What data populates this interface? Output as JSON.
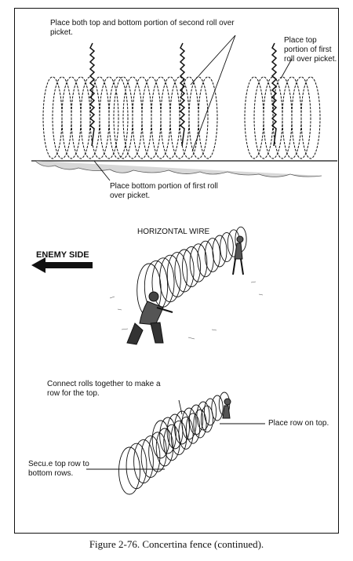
{
  "panel1": {
    "label_second_roll": "Place both top and bottom portion of second roll over picket.",
    "label_top_first_roll": "Place top portion of first roll over picket.",
    "label_bottom_first_roll": "Place bottom portion of first roll over picket."
  },
  "panel2": {
    "label_horizontal_wire": "HORIZONTAL WIRE",
    "label_enemy_side": "ENEMY SIDE"
  },
  "panel3": {
    "label_connect_rolls": "Connect rolls together to make a row for the top.",
    "label_place_row": "Place row on top.",
    "label_secure_row": "Secu.e top row to bottom rows."
  },
  "caption": "Figure 2-76. Concertina fence (continued)."
}
